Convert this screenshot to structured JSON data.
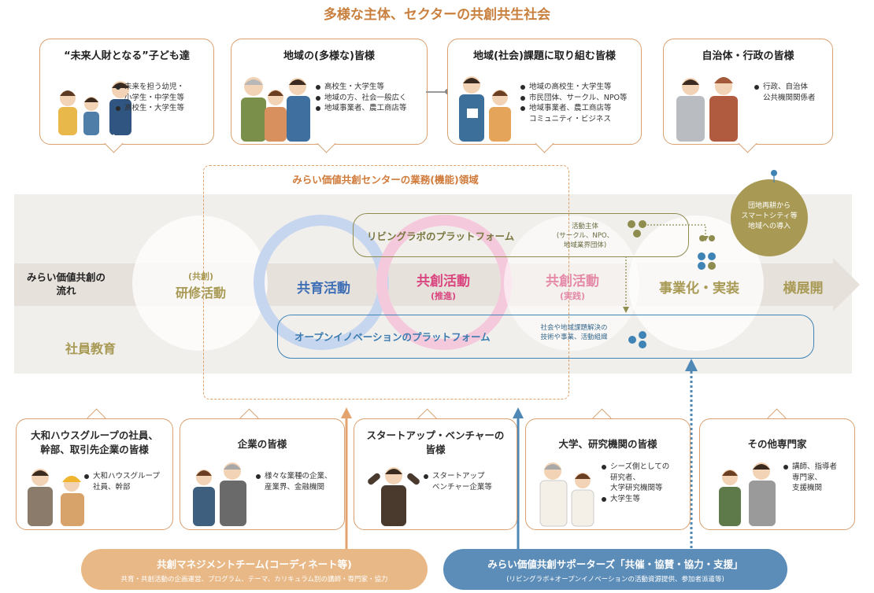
{
  "title": "多様な主体、セクターの共創共生社会",
  "top_boxes": [
    {
      "title": "“未来人財となる”子ども達",
      "lines": [
        "未来を担う幼児・",
        "小学生・中学生等",
        "高校生・大学生等"
      ]
    },
    {
      "title": "地域の(多様な)皆様",
      "lines": [
        "高校生・大学生等",
        "地域の方、社会一般広く",
        "地域事業者、農工商店等"
      ]
    },
    {
      "title": "地域(社会)課題に取り組む皆様",
      "lines": [
        "地域の高校生・大学生等",
        "市民団体、サークル、NPO等",
        "地域事業者、農工商店等",
        "コミュニティ・ビジネス"
      ]
    },
    {
      "title": "自治体・行政の皆様",
      "lines": [
        "行政、自治体",
        "公共機関関係者"
      ]
    }
  ],
  "center": {
    "domain_label": "みらい価値共創センターの業務(機能)領域",
    "flow_label_1": "みらい価値共創の",
    "flow_label_2": "流れ",
    "employee_edu": "社員教育",
    "training_top": "(共創)",
    "training": "研修活動",
    "kyoiku": "共育活動",
    "kyoso_promo": "共創活動",
    "kyoso_promo_sub": "(推進)",
    "kyoso_practice": "共創活動",
    "kyoso_practice_sub": "(実践)",
    "business": "事業化・実装",
    "expand": "横展開",
    "living_lab": "リビングラボのプラットフォーム",
    "living_lab_note_1": "活動主体",
    "living_lab_note_2": "(サークル、NPO、",
    "living_lab_note_3": "地域業界団体)",
    "open_innov": "オープンイノベーションのプラットフォーム",
    "open_note_1": "社会や地域課題解決の",
    "open_note_2": "技術や事業、活動組織",
    "smartcity_1": "団地再耕から",
    "smartcity_2": "スマートシティ等",
    "smartcity_3": "地域への導入"
  },
  "bottom_boxes": [
    {
      "title_1": "大和ハウスグループの社員、",
      "title_2": "幹部、取引先企業の皆様",
      "lines": [
        "大和ハウスグループ",
        "社員、幹部"
      ]
    },
    {
      "title_1": "企業の皆様",
      "title_2": "",
      "lines": [
        "様々な業種の企業、",
        "産業界、金融機関"
      ]
    },
    {
      "title_1": "スタートアップ・ベンチャーの",
      "title_2": "皆様",
      "lines": [
        "スタートアップ",
        "ベンチャー企業等"
      ]
    },
    {
      "title_1": "大学、研究機関の皆様",
      "title_2": "",
      "lines": [
        "シーズ側としての",
        "研究者、",
        "大学研究機関等",
        "大学生等"
      ]
    },
    {
      "title_1": "その他専門家",
      "title_2": "",
      "lines": [
        "講師、指導者",
        "専門家、",
        "支援機関"
      ]
    }
  ],
  "bottom_bars": {
    "mgmt_title": "共創マネジメントチーム(コーディネート等)",
    "mgmt_sub": "共育・共創活動の企画運営、プログラム、テーマ、カリキュラム別の講師・専門家・協力",
    "supp_title": "みらい価値共創サポーターズ「共催・協賛・協力・支援」",
    "supp_sub": "(リビングラボ+オープンイノベーションの活動資源提供、参加者派遣等)"
  },
  "colors": {
    "orange": "#d9a070",
    "title": "#c9803f",
    "olive": "#8e8c4e",
    "blue": "#3f84b5",
    "pink": "#e0679a",
    "smart": "#a89a55"
  }
}
